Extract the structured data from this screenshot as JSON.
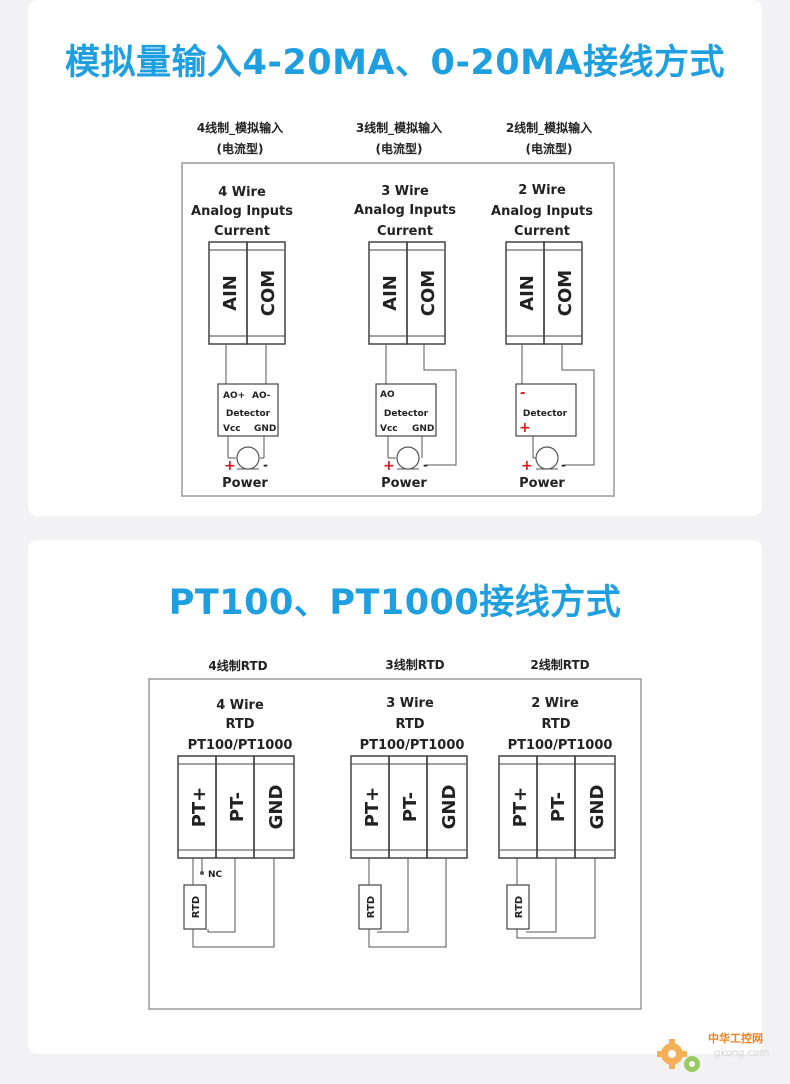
{
  "analog": {
    "title": "模拟量输入4-20MA、0-20MA接线方式",
    "sections": [
      {
        "header": "4线制_模拟输入",
        "sub": "(电流型)",
        "line1": "4 Wire",
        "line2": "Analog Inputs",
        "line3": "Current",
        "term1": "AIN",
        "term2": "COM",
        "det_top_left": "AO+",
        "det_top_right": "AO-",
        "det_name": "Detector",
        "vcc": "Vcc",
        "gnd": "GND",
        "plus": "+",
        "minus": "-",
        "power": "Power"
      },
      {
        "header": "3线制_模拟输入",
        "sub": "(电流型)",
        "line1": "3 Wire",
        "line2": "Analog Inputs",
        "line3": "Current",
        "term1": "AIN",
        "term2": "COM",
        "det_top_left": "AO",
        "det_name": "Detector",
        "vcc": "Vcc",
        "gnd": "GND",
        "plus": "+",
        "minus": "-",
        "power": "Power"
      },
      {
        "header": "2线制_模拟输入",
        "sub": "(电流型)",
        "line1": "2 Wire",
        "line2": "Analog Inputs",
        "line3": "Current",
        "term1": "AIN",
        "term2": "COM",
        "det_minus": "-",
        "det_name": "Detector",
        "det_plus": "+",
        "plus": "+",
        "minus": "-",
        "power": "Power"
      }
    ]
  },
  "rtd": {
    "title": "PT100、PT1000接线方式",
    "sections": [
      {
        "header": "4线制RTD",
        "line1": "4 Wire",
        "line2": "RTD",
        "line3": "PT100/PT1000",
        "term1": "PT+",
        "term2": "PT-",
        "term3": "GND",
        "nc": "NC",
        "sensor": "RTD"
      },
      {
        "header": "3线制RTD",
        "line1": "3 Wire",
        "line2": "RTD",
        "line3": "PT100/PT1000",
        "term1": "PT+",
        "term2": "PT-",
        "term3": "GND",
        "sensor": "RTD"
      },
      {
        "header": "2线制RTD",
        "line1": "2 Wire",
        "line2": "RTD",
        "line3": "PT100/PT1000",
        "term1": "PT+",
        "term2": "PT-",
        "term3": "GND",
        "sensor": "RTD"
      }
    ]
  },
  "watermark": {
    "brand": "中华工控网",
    "url": "gkong.com"
  },
  "colors": {
    "title": "#1e9fe0",
    "plus": "#d9141a",
    "line": "#555555",
    "box": "#9a9a9a"
  }
}
